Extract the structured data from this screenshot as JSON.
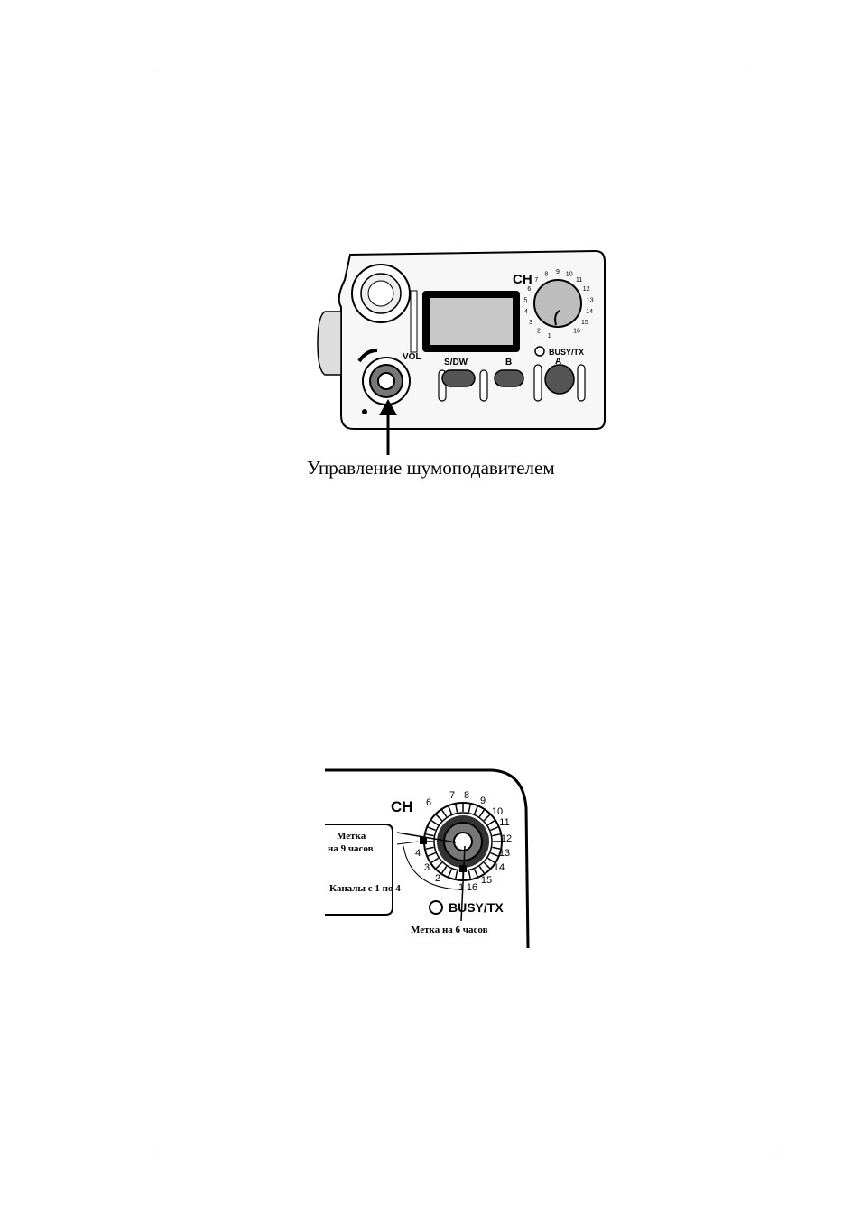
{
  "figure1": {
    "caption": "Управление шумоподавителем",
    "labels": {
      "ch": "CH",
      "vol": "VOL",
      "sdw": "S/DW",
      "b": "B",
      "a": "A",
      "busy_tx": "BUSY/TX"
    },
    "channel_numbers": [
      "1",
      "2",
      "3",
      "4",
      "5",
      "6",
      "7",
      "8",
      "9",
      "10",
      "11",
      "12",
      "13",
      "14",
      "15",
      "16"
    ]
  },
  "figure2": {
    "labels": {
      "ch": "CH",
      "busy_tx": "BUSY/TX",
      "mark_9_line1": "Метка",
      "mark_9_line2": "на 9 часов",
      "channels_1_4": "Каналы с 1 по 4",
      "mark_6": "Метка на 6 часов"
    },
    "channel_numbers": [
      "1",
      "2",
      "3",
      "4",
      "6",
      "7",
      "8",
      "9",
      "10",
      "11",
      "12",
      "13",
      "14",
      "15",
      "16"
    ]
  }
}
